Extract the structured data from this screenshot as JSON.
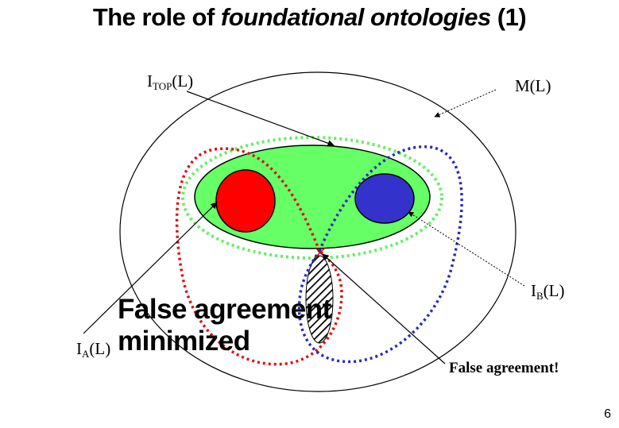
{
  "title": {
    "prefix": "The role of ",
    "emphasis": "foundational ontologies",
    "suffix": " (1)"
  },
  "labels": {
    "itop": {
      "main": "I",
      "sub": "TOP",
      "arg": "(L)"
    },
    "ml": "M(L)",
    "ib": {
      "main": "I",
      "sub": "B",
      "arg": "(L)"
    },
    "ia": {
      "main": "I",
      "sub": "A",
      "arg": "(L)"
    },
    "false_agreement": "False agreement!"
  },
  "callout": {
    "line1": "False agreement",
    "line2": "minimized"
  },
  "page_number": "6",
  "colors": {
    "top_ellipse_fill": "#66ff66",
    "green_dotted": "#66ee66",
    "red": "#ff0000",
    "red_dotted": "#dd1111",
    "blue": "#3333cc",
    "blue_dotted": "#2a2ab8"
  }
}
